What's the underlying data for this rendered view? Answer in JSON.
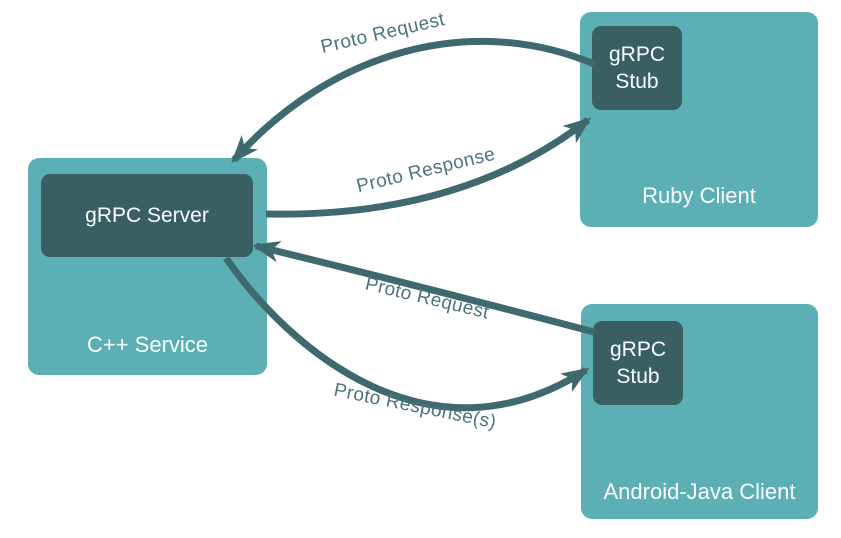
{
  "colors": {
    "box_light": "#5CB0B5",
    "box_dark": "#3A5F63",
    "arrow": "#3E6A6F",
    "label_text": "#4A747C",
    "box_text": "#FAFDFD",
    "background": "#FFFFFF"
  },
  "nodes": {
    "cpp_service": {
      "label": "C++ Service",
      "server_label": "gRPC Server"
    },
    "ruby_client": {
      "label": "Ruby Client",
      "stub_lines": [
        "gRPC",
        "Stub"
      ]
    },
    "android_client": {
      "label": "Android-Java Client",
      "stub_lines": [
        "gRPC",
        "Stub"
      ]
    }
  },
  "arrows": [
    {
      "label": "Proto Request",
      "from": "ruby-grpc-stub",
      "to": "grpc-server"
    },
    {
      "label": "Proto Response",
      "from": "grpc-server",
      "to": "ruby-grpc-stub"
    },
    {
      "label": "Proto Request",
      "from": "android-grpc-stub",
      "to": "grpc-server"
    },
    {
      "label": "Proto Response(s)",
      "from": "grpc-server",
      "to": "android-grpc-stub"
    }
  ]
}
